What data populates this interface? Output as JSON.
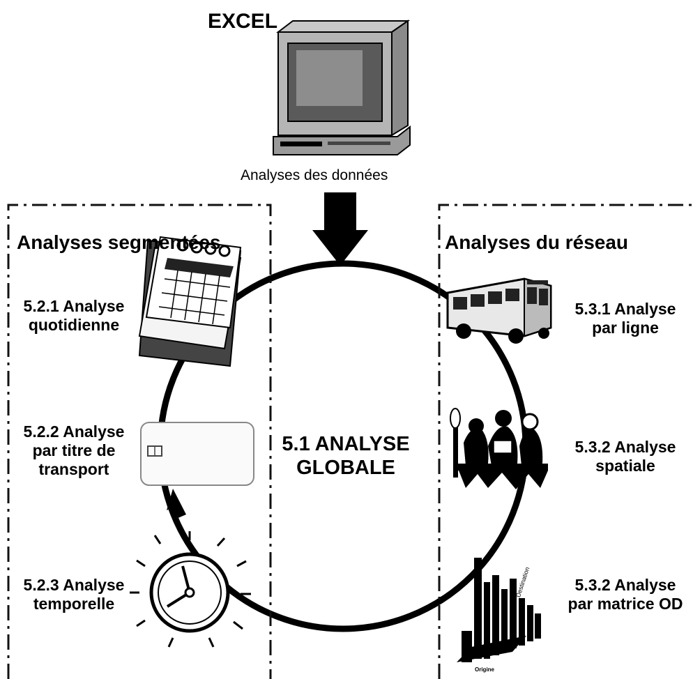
{
  "header": {
    "app_label": "EXCEL",
    "caption": "Analyses des données"
  },
  "left_panel": {
    "title": "Analyses segmentées",
    "items": [
      {
        "line1": "5.2.1 Analyse",
        "line2": "quotidienne",
        "line3": "",
        "icon": "calendar-icon"
      },
      {
        "line1": "5.2.2 Analyse",
        "line2": "par titre de",
        "line3": "transport",
        "icon": "transit-card-icon"
      },
      {
        "line1": "5.2.3 Analyse",
        "line2": "temporelle",
        "line3": "",
        "icon": "clock-icon"
      }
    ]
  },
  "center": {
    "line1": "5.1 ANALYSE",
    "line2": "GLOBALE"
  },
  "right_panel": {
    "title": "Analyses du réseau",
    "items": [
      {
        "line1": "5.3.1 Analyse",
        "line2": "par ligne",
        "icon": "bus-icon"
      },
      {
        "line1": "5.3.2 Analyse",
        "line2": "spatiale",
        "icon": "people-bench-icon"
      },
      {
        "line1": "5.3.2 Analyse",
        "line2": "par matrice OD",
        "icon": "od-matrix-chart-icon"
      }
    ],
    "od_axis_destination": "Destination",
    "od_axis_origin": "Origine"
  },
  "colors": {
    "ink": "#000000",
    "dash": "#111111",
    "monitor": "#8a8a8a"
  }
}
